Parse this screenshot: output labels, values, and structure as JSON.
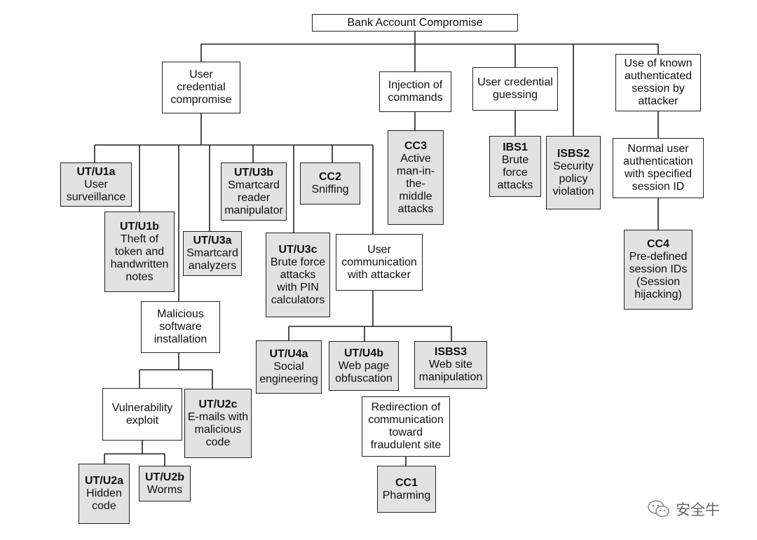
{
  "nodes": {
    "root": {
      "label": "Bank Account Compromise"
    },
    "user_cred": {
      "label": "User\ncredential\ncompromise"
    },
    "injection": {
      "label": "Injection of\ncommands"
    },
    "guessing": {
      "label": "User credential\nguessing"
    },
    "known_session": {
      "label": "Use of known\nauthenticated\nsession by\nattacker"
    },
    "normal_auth": {
      "label": "Normal user\nauthentication\nwith specified\nsession ID"
    },
    "utu1a": {
      "code": "UT/U1a",
      "label": "User\nsurveillance"
    },
    "utu1b": {
      "code": "UT/U1b",
      "label": "Theft of\ntoken and\nhandwritten\nnotes"
    },
    "utu3b": {
      "code": "UT/U3b",
      "label": "Smartcard\nreader\nmanipulator"
    },
    "utu3a": {
      "code": "UT/U3a",
      "label": "Smartcard\nanalyzers"
    },
    "cc2": {
      "code": "CC2",
      "label": "Sniffing"
    },
    "utu3c": {
      "code": "UT/U3c",
      "label": "Brute force\nattacks\nwith PIN\ncalculators"
    },
    "user_comm": {
      "label": "User\ncommunication\nwith attacker"
    },
    "cc3": {
      "code": "CC3",
      "label": "Active\nman-in-\nthe-\nmiddle\nattacks"
    },
    "ibs1": {
      "code": "IBS1",
      "label": "Brute\nforce\nattacks"
    },
    "isbs2": {
      "code": "ISBS2",
      "label": "Security\npolicy\nviolation"
    },
    "cc4": {
      "code": "CC4",
      "label": "Pre-defined\nsession IDs\n(Session\nhijacking)"
    },
    "malware": {
      "label": "Malicious\nsoftware\ninstallation"
    },
    "vuln": {
      "label": "Vulnerability\nexploit"
    },
    "utu2c": {
      "code": "UT/U2c",
      "label": "E-mails with\nmalicious\ncode"
    },
    "utu2a": {
      "code": "UT/U2a",
      "label": "Hidden\ncode"
    },
    "utu2b": {
      "code": "UT/U2b",
      "label": "Worms"
    },
    "utu4a": {
      "code": "UT/U4a",
      "label": "Social\nengineering"
    },
    "utu4b": {
      "code": "UT/U4b",
      "label": "Web page\nobfuscation"
    },
    "isbs3": {
      "code": "ISBS3",
      "label": "Web site\nmanipulation"
    },
    "redirect": {
      "label": "Redirection of\ncommunication\ntoward\nfraudulent site"
    },
    "cc1": {
      "code": "CC1",
      "label": "Pharming"
    }
  },
  "watermark": {
    "text": "安全牛",
    "icon": "wechat-icon"
  }
}
